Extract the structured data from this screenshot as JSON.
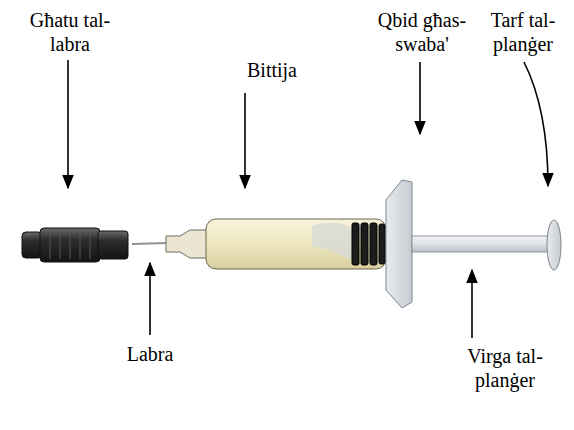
{
  "diagram": {
    "labels": [
      "Għatu tal- labra",
      "Bittija",
      "Qbid għas- swaba'",
      "Tarf tal- planġer",
      "Labra",
      "Virga tal- planġer"
    ]
  }
}
